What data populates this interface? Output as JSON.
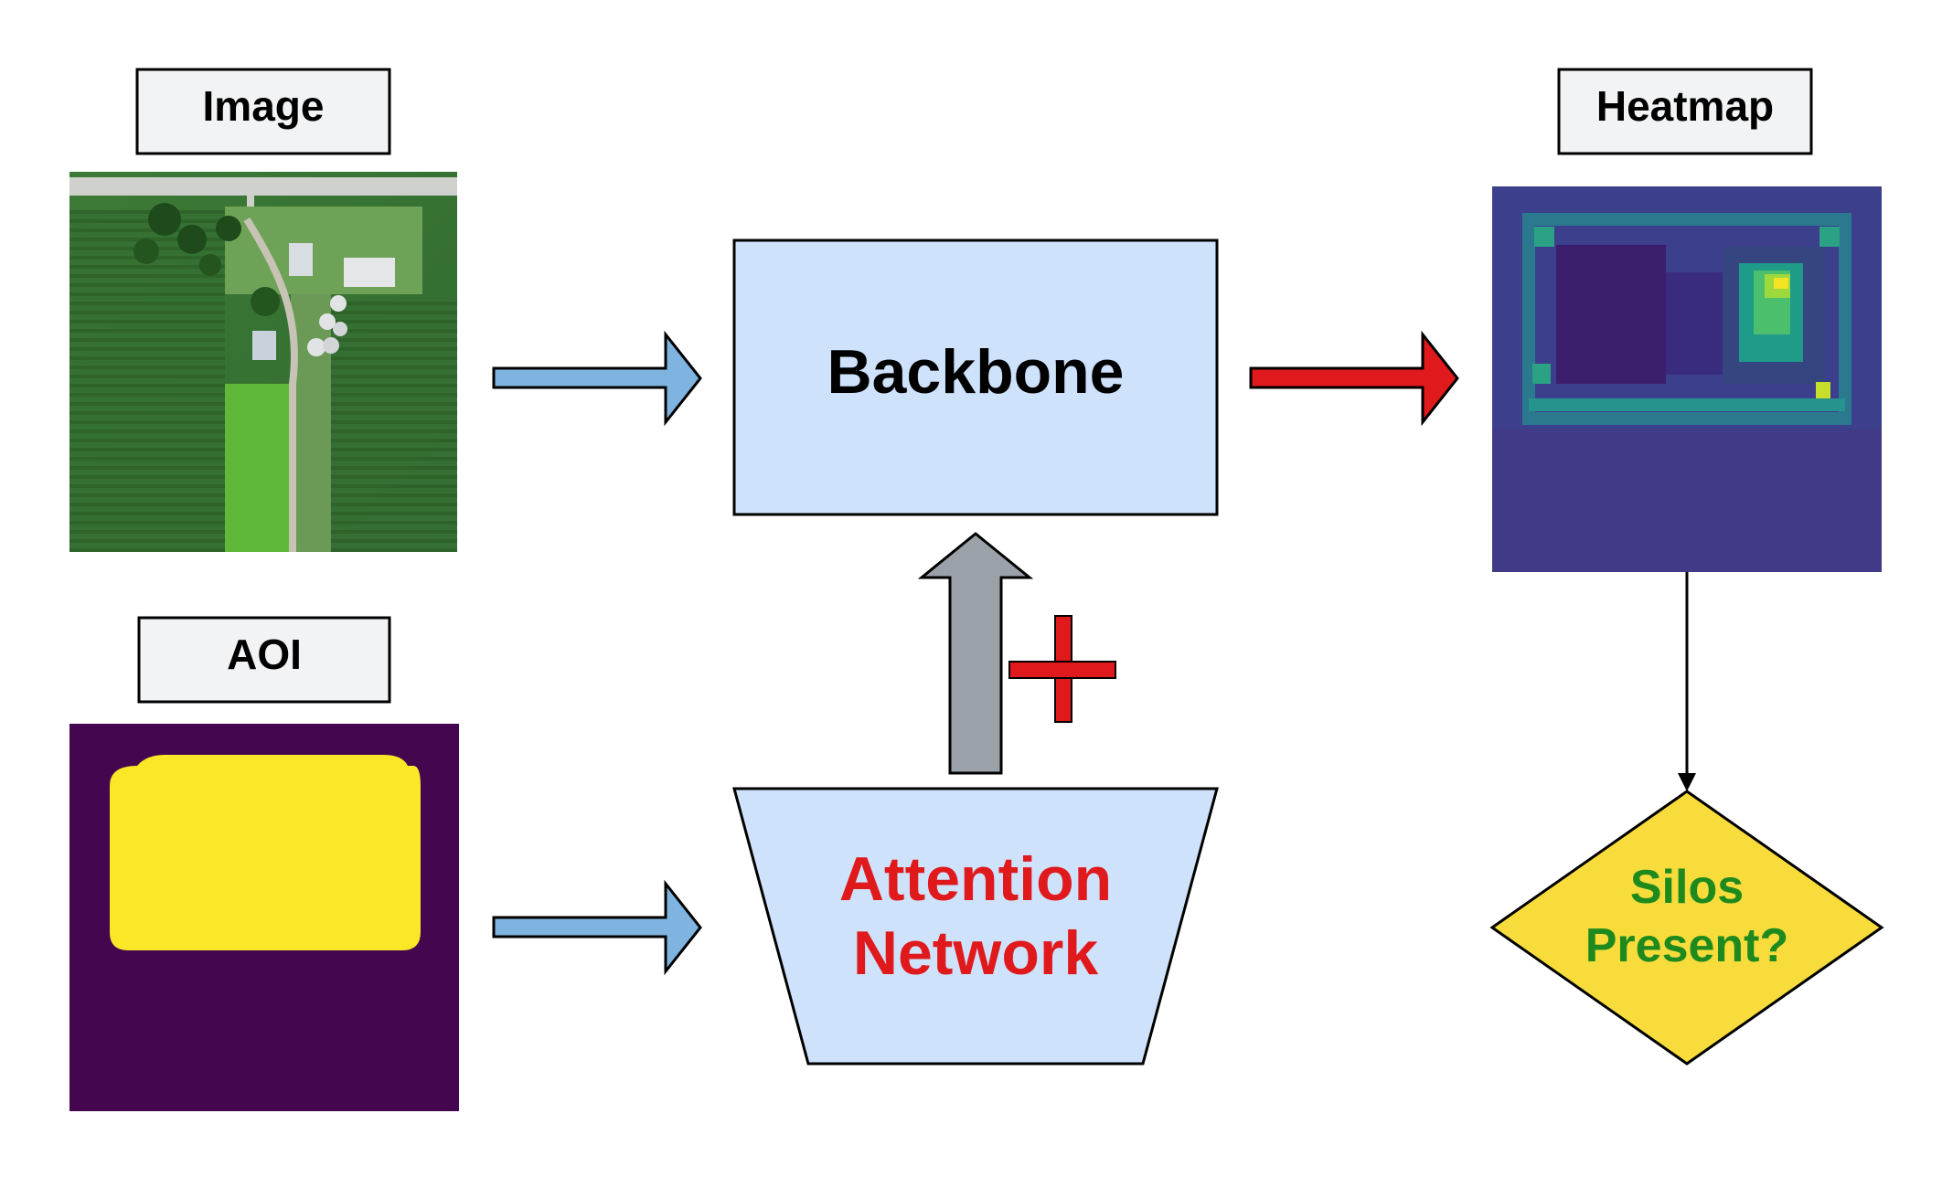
{
  "labels": {
    "image": "Image",
    "aoi": "AOI",
    "heatmap": "Heatmap"
  },
  "nodes": {
    "backbone": "Backbone",
    "attention_line1": "Attention",
    "attention_line2": "Network",
    "decision_line1": "Silos",
    "decision_line2": "Present?"
  },
  "symbols": {
    "plus": "+"
  },
  "colors": {
    "box_fill": "#cfe2fb",
    "label_fill": "#f2f3f5",
    "blue_arrow": "#7fb3e0",
    "red_arrow": "#e0191c",
    "gray_arrow": "#9aa1a9",
    "attention_text": "#e0191c",
    "decision_fill": "#f7dc3c",
    "decision_text": "#1e8a1e",
    "aoi_background": "#44064f",
    "aoi_mask": "#fbe627"
  },
  "icons": {
    "image_panel": "aerial-farm-photo",
    "aoi_panel": "binary-mask",
    "heatmap_panel": "viridis-heatmap"
  }
}
